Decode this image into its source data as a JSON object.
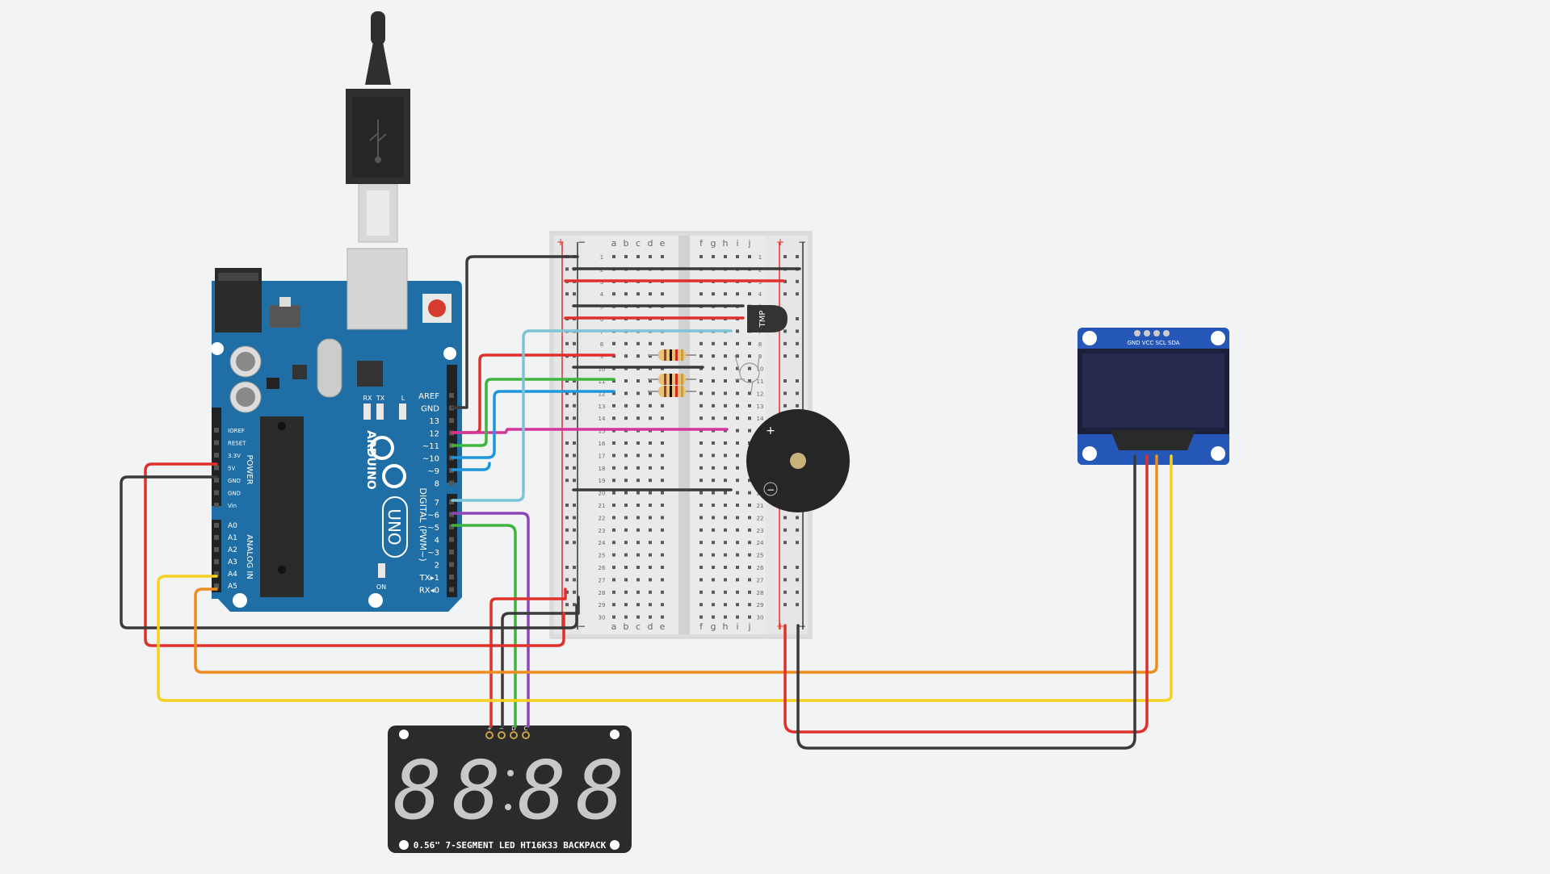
{
  "colors": {
    "background": "#f1f3f5",
    "arduino_board": "#1f6fa6",
    "breadboard": "#dddddd",
    "wire_black": "#3a3a3a",
    "wire_red": "#e0302b",
    "wire_orange": "#f08c1c",
    "wire_yellow": "#f5d21e",
    "wire_green": "#3fb43f",
    "wire_blue": "#1e96dc",
    "wire_cyan": "#7cc4d6",
    "wire_magenta": "#d3359a",
    "wire_purple": "#8c48b4",
    "oled_pcb": "#2557b8",
    "segment_pcb": "#2b2b2b"
  },
  "arduino": {
    "brand": "ARDUINO",
    "model": "UNO",
    "digital_header_label": "DIGITAL (PWM~)",
    "power_header_label": "POWER",
    "analog_header_label": "ANALOG IN",
    "on_label": "ON",
    "tx_led": "TX",
    "rx_led": "RX",
    "l_led": "L",
    "power_pins": [
      "IOREF",
      "RESET",
      "3.3V",
      "5V",
      "GND",
      "GND",
      "Vin"
    ],
    "analog_pins": [
      "A0",
      "A1",
      "A2",
      "A3",
      "A4",
      "A5"
    ],
    "digital_pins": [
      "AREF",
      "GND",
      "13",
      "12",
      "~11",
      "~10",
      "~9",
      "8",
      "7",
      "~6",
      "~5",
      "4",
      "~3",
      "2",
      "TX▸1",
      "RX◂0"
    ]
  },
  "breadboard": {
    "columns_left": [
      "a",
      "b",
      "c",
      "d",
      "e"
    ],
    "columns_right": [
      "f",
      "g",
      "h",
      "i",
      "j"
    ],
    "rail_plus": "+",
    "rail_minus": "−",
    "rows": [
      "1",
      "2",
      "3",
      "4",
      "5",
      "6",
      "7",
      "8",
      "9",
      "10",
      "11",
      "12",
      "13",
      "14",
      "15",
      "16",
      "17",
      "18",
      "19",
      "20",
      "21",
      "22",
      "23",
      "24",
      "25",
      "26",
      "27",
      "28",
      "29",
      "30"
    ]
  },
  "temp_sensor": {
    "label": "TMP"
  },
  "buzzer": {
    "plus": "+",
    "minus": "−"
  },
  "oled": {
    "pin_labels": "GND VCC SCL SDA"
  },
  "seven_segment": {
    "digits": [
      "8",
      "8",
      "8",
      "8"
    ],
    "label": "0.56\" 7-SEGMENT LED HT16K33 BACKPACK",
    "pin_labels": [
      "+",
      "−",
      "D",
      "C"
    ]
  }
}
